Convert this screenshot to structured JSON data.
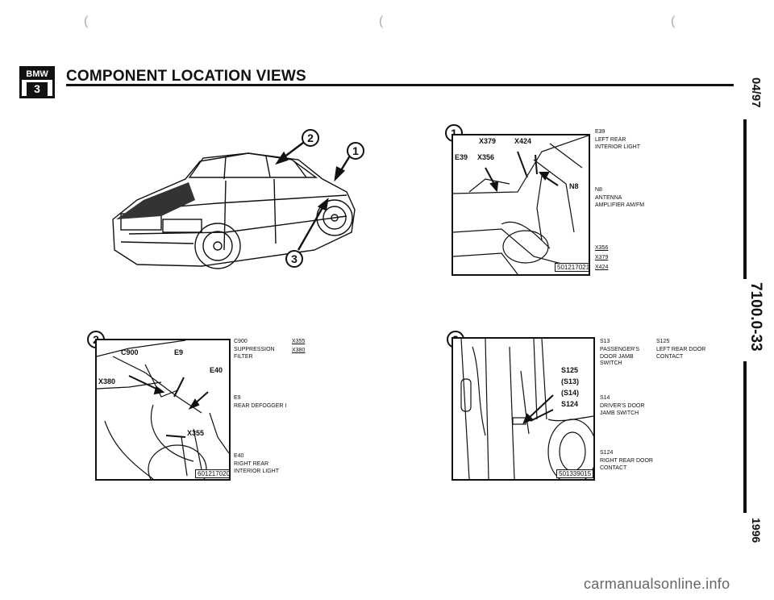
{
  "header": {
    "logo_top": "BMW",
    "logo_series": "3",
    "title": "COMPONENT LOCATION VIEWS"
  },
  "spine": {
    "date": "04/97",
    "page_code": "7100.0-33",
    "year": "1996"
  },
  "figures": {
    "car_overview": {
      "callout_a": "2",
      "callout_b": "1",
      "callout_c": "3"
    },
    "view1": {
      "circle": "1",
      "callouts": {
        "x379": "X379",
        "x424": "X424",
        "e39": "E39",
        "x356": "X356",
        "n8": "N8"
      },
      "part_no": "501217021",
      "labels": {
        "e39_code": "E39",
        "e39_desc": "LEFT REAR\nINTERIOR LIGHT",
        "n8_code": "N8",
        "n8_desc": "ANTENNA\nAMPLIFIER AM/FM",
        "x356": "X356",
        "x379": "X379",
        "x424": "X424"
      }
    },
    "view2": {
      "circle": "2",
      "callouts": {
        "c900": "C900",
        "e9": "E9",
        "e40": "E40",
        "x380": "X380",
        "x355": "X355"
      },
      "part_no": "601217020",
      "labels": {
        "c900_code": "C900",
        "c900_desc": "SUPPRESSION\nFILTER",
        "x355": "X355",
        "x380": "X380",
        "e9_code": "E9",
        "e9_desc": "REAR DEFOGGER I",
        "e40_code": "E40",
        "e40_desc": "RIGHT REAR\nINTERIOR LIGHT"
      }
    },
    "view3": {
      "circle": "3",
      "callouts": {
        "s125": "S125",
        "s13": "(S13)",
        "s14": "(S14)",
        "s124": "S124"
      },
      "part_no": "501339015",
      "labels": {
        "s13_code": "S13",
        "s13_desc": "PASSENGER'S\nDOOR JAMB\nSWITCH",
        "s125_code": "S125",
        "s125_desc": "LEFT REAR DOOR\nCONTACT",
        "s14_code": "S14",
        "s14_desc": "DRIVER'S DOOR\nJAMB SWITCH",
        "s124_code": "S124",
        "s124_desc": "RIGHT REAR DOOR\nCONTACT"
      }
    }
  },
  "footer": {
    "watermark": "carmanualsonline.info"
  },
  "scan_marks": [
    "(",
    "(",
    "("
  ]
}
